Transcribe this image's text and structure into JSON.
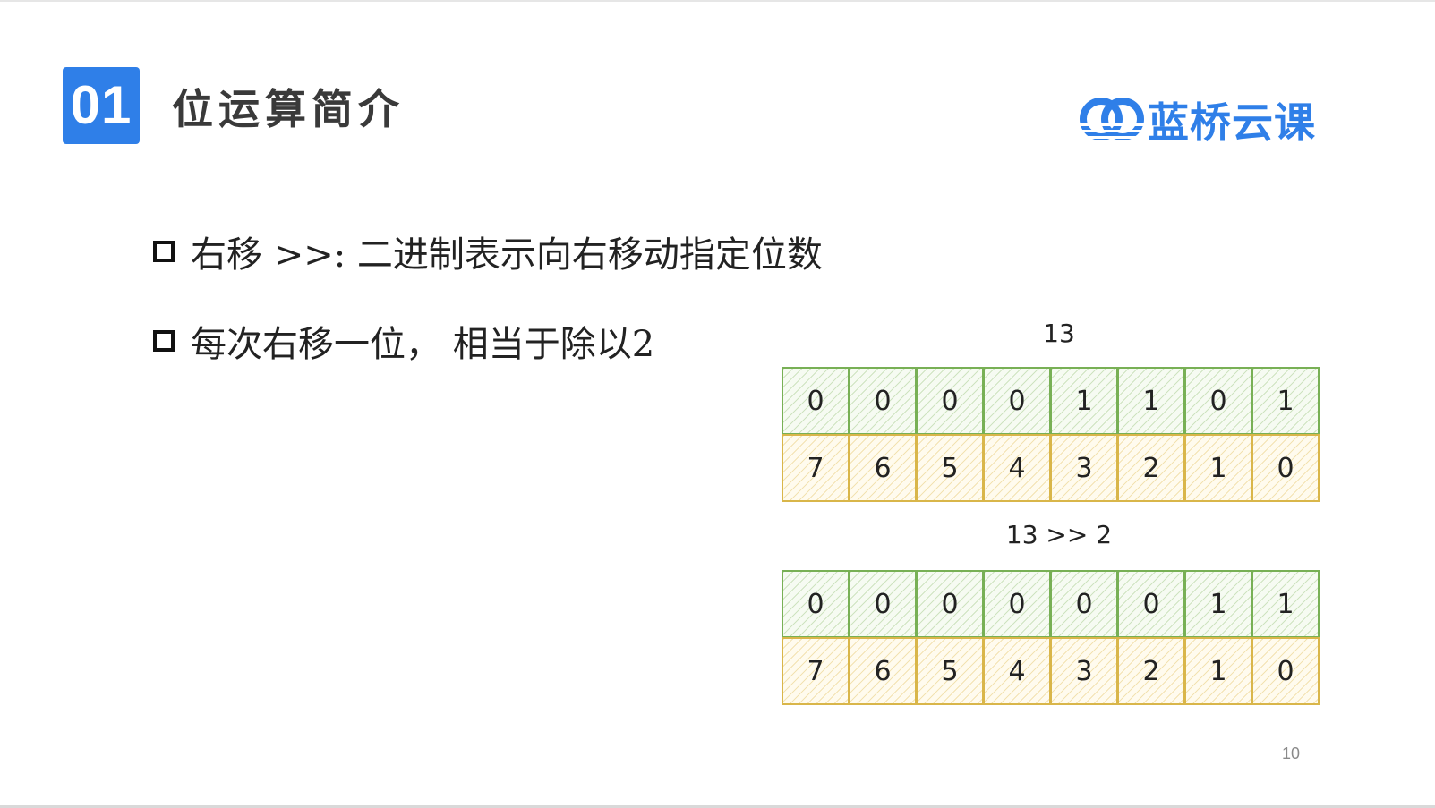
{
  "header": {
    "section_number": "01",
    "section_title": "位运算简介",
    "brand_name": "蓝桥云课"
  },
  "bullets": [
    {
      "text": "右移 >>:  二进制表示向右移动指定位数"
    },
    {
      "text": "每次右移一位， 相当于除以2"
    }
  ],
  "diagram": {
    "before": {
      "caption": "13",
      "bits": [
        "0",
        "0",
        "0",
        "0",
        "1",
        "1",
        "0",
        "1"
      ],
      "indices": [
        "7",
        "6",
        "5",
        "4",
        "3",
        "2",
        "1",
        "0"
      ]
    },
    "after": {
      "caption": "13 >> 2",
      "bits": [
        "0",
        "0",
        "0",
        "0",
        "0",
        "0",
        "1",
        "1"
      ],
      "indices": [
        "7",
        "6",
        "5",
        "4",
        "3",
        "2",
        "1",
        "0"
      ]
    },
    "colors": {
      "bit_border": "#78b055",
      "index_border": "#d9b64a"
    }
  },
  "footer": {
    "page_number": "10"
  },
  "theme": {
    "accent": "#2f7fe8"
  }
}
